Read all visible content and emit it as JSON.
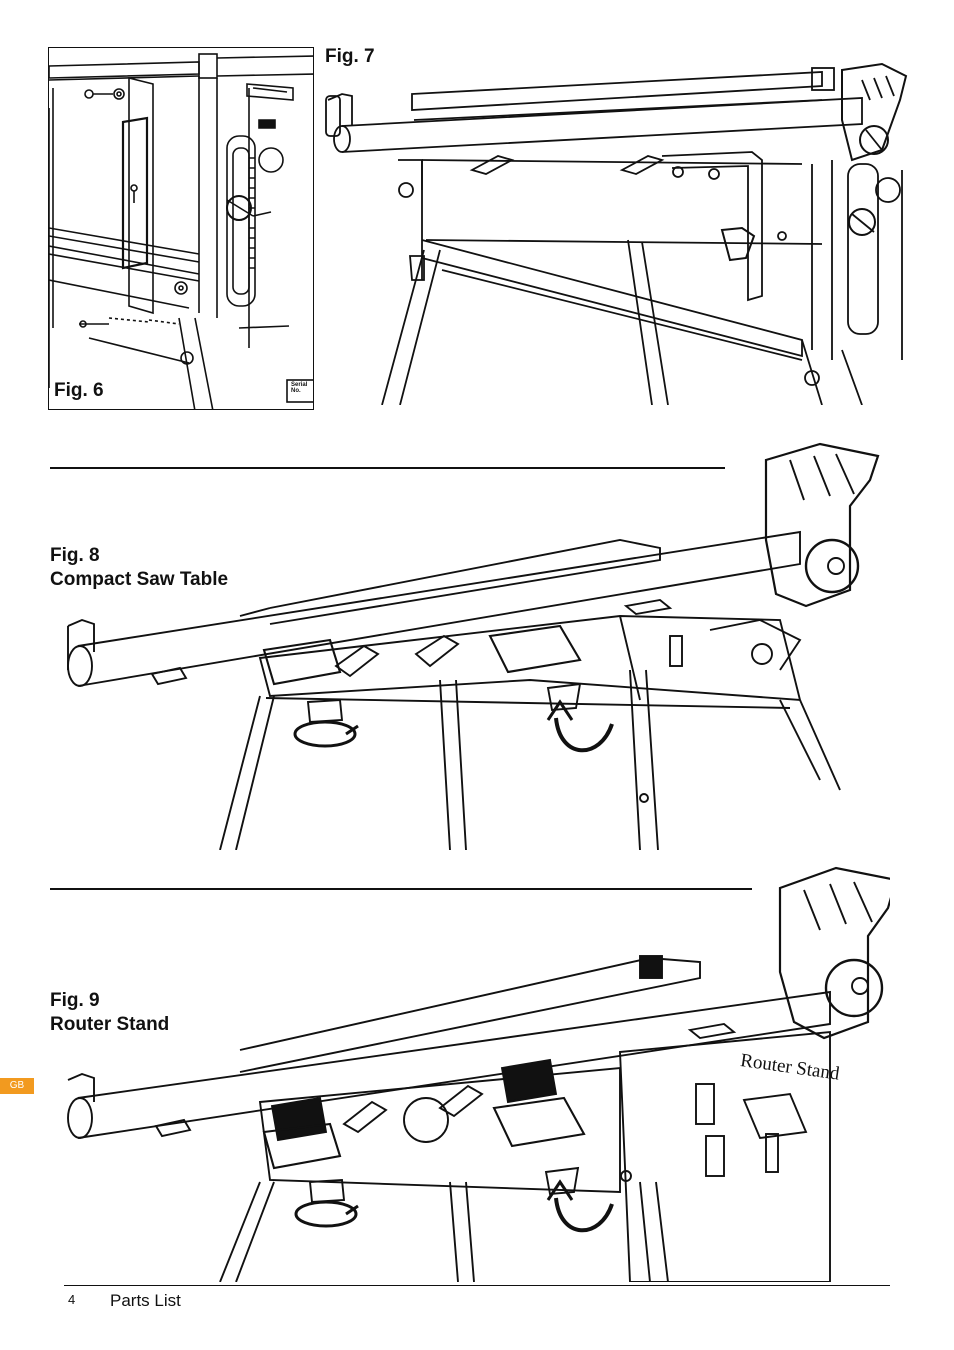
{
  "figures": {
    "fig6": {
      "label": "Fig. 6",
      "plate_text": "Serial No."
    },
    "fig7": {
      "label": "Fig. 7"
    },
    "fig8": {
      "label": "Fig. 8",
      "title": "Compact Saw Table"
    },
    "fig9": {
      "label": "Fig. 9",
      "title": "Router Stand",
      "panel_text": "Router Stand"
    }
  },
  "side_tab": {
    "label": "GB",
    "color": "#f29a1f"
  },
  "footer": {
    "page_number": "4",
    "section_title": "Parts List"
  }
}
